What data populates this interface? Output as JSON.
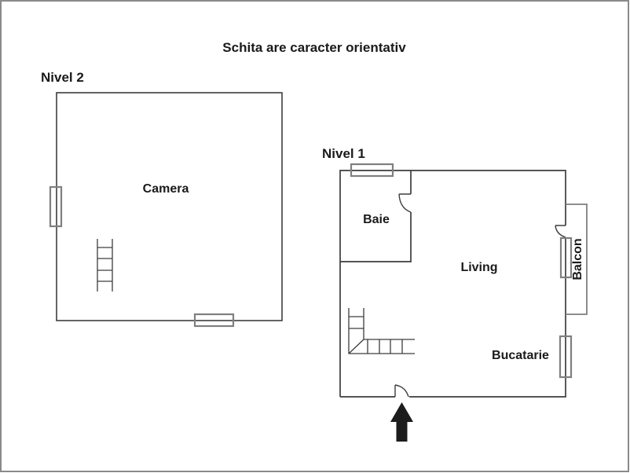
{
  "title": "Schita are caracter orientativ",
  "colors": {
    "background": "#ffffff",
    "border": "#8a8a8a",
    "wall": "#3d3d3d",
    "window": "#7f7f7f",
    "arrow": "#1c1c1c",
    "text": "#1a1a1a"
  },
  "nivel2": {
    "label": "Nivel 2",
    "room_label": "Camera"
  },
  "nivel1": {
    "label": "Nivel 1",
    "rooms": {
      "baie": "Baie",
      "living": "Living",
      "balcon": "Balcon",
      "bucatarie": "Bucatarie"
    }
  },
  "icons": {
    "ladder": "ladder-icon",
    "stairs": "stairs-icon",
    "entrance_arrow": "entrance-arrow-icon",
    "window": "window-marker",
    "door": "door-swing-arc"
  }
}
